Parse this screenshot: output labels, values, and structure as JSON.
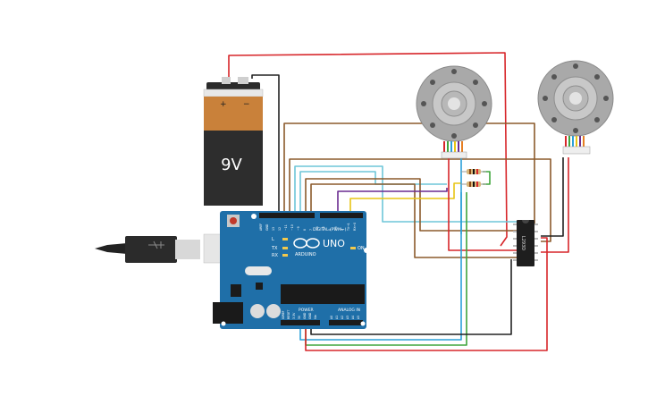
{
  "battery": {
    "voltage": "9V",
    "plus": "+",
    "minus": "−"
  },
  "arduino": {
    "brand": "ARDUINO",
    "model": "UNO",
    "digital_label": "DIGITAL (PWM~)",
    "power_label": "POWER",
    "analog_label": "ANALOG IN",
    "tx": "TX",
    "rx": "RX",
    "l_led": "L",
    "on_led": "ON",
    "top_pins": [
      "AREF",
      "GND",
      "13",
      "12",
      "~11",
      "~10",
      "~9",
      "8",
      "7",
      "~6",
      "~5",
      "4",
      "~3",
      "2",
      "TX→1",
      "RX←0"
    ],
    "power_pins": [
      "IOREF",
      "RESET",
      "3.3V",
      "5V",
      "GND",
      "GND",
      "Vin"
    ],
    "analog_pins": [
      "A0",
      "A1",
      "A2",
      "A3",
      "A4",
      "A5"
    ]
  },
  "driver_ic": {
    "label": "L293D"
  },
  "colors": {
    "red": "#d7262a",
    "black": "#222222",
    "brown": "#8b5a2b",
    "blue": "#2aa0d8",
    "green": "#3fa53b",
    "purple": "#6a2c91",
    "yellow": "#e8c515",
    "cyan": "#6ec6d8",
    "arduino_blue": "#1f6fa8",
    "battery_orange": "#c9813a"
  }
}
